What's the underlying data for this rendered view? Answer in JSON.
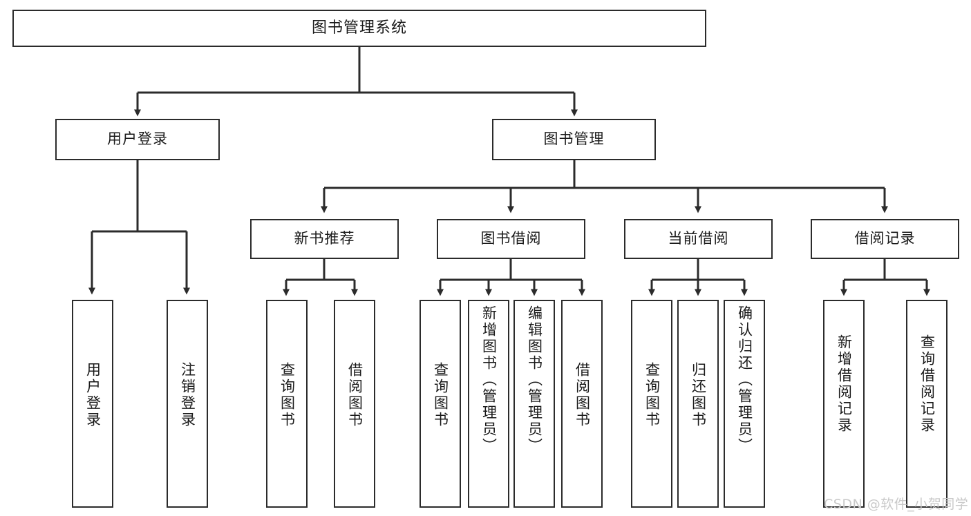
{
  "diagram": {
    "type": "tree-hierarchy-chart",
    "title": "图书管理系统",
    "watermark": "CSDN @软件_小贺同学",
    "colors": {
      "stroke": "#2b2b2b",
      "fill": "#ffffff",
      "text": "#1a1a1a",
      "watermark": "#c9c9c9"
    },
    "levels": {
      "root": {
        "label": "图书管理系统"
      },
      "level2": [
        {
          "label": "用户登录"
        },
        {
          "label": "图书管理"
        }
      ],
      "level3": [
        {
          "label": "新书推荐"
        },
        {
          "label": "图书借阅"
        },
        {
          "label": "当前借阅"
        },
        {
          "label": "借阅记录"
        }
      ],
      "leaves": {
        "user_login": [
          {
            "label": "用户登录"
          },
          {
            "label": "注销登录"
          }
        ],
        "new_book_recommend": [
          {
            "label": "查询图书"
          },
          {
            "label": "借阅图书"
          }
        ],
        "book_borrow": [
          {
            "label": "查询图书"
          },
          {
            "label": "新增图书（管理员）"
          },
          {
            "label": "编辑图书（管理员）"
          },
          {
            "label": "借阅图书"
          }
        ],
        "current_borrow": [
          {
            "label": "查询图书"
          },
          {
            "label": "归还图书"
          },
          {
            "label": "确认归还（管理员）"
          }
        ],
        "borrow_record": [
          {
            "label": "新增借阅记录"
          },
          {
            "label": "查询借阅记录"
          }
        ]
      }
    }
  }
}
